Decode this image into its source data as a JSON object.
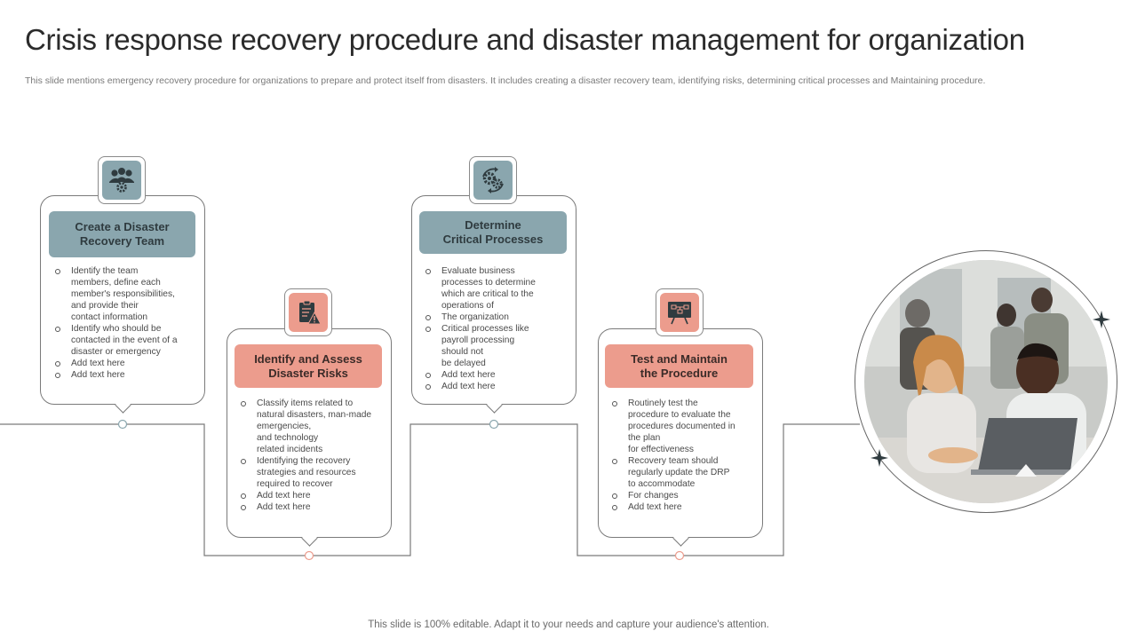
{
  "header": {
    "title": "Crisis response recovery procedure and disaster management for organization",
    "subtitle": "This slide mentions emergency recovery procedure for organizations to prepare and protect itself from disasters. It includes creating a disaster recovery team, identifying risks, determining critical processes and Maintaining procedure."
  },
  "steps": [
    {
      "icon": "team-gear-icon",
      "title_lines": [
        "Create a Disaster",
        "Recovery Team"
      ],
      "items": [
        [
          "Identify the team",
          "members, define each",
          "member's responsibilities,",
          "and provide their",
          "contact information"
        ],
        [
          "Identify who should be",
          "contacted in the event of a",
          "disaster or emergency"
        ],
        [
          "Add text here"
        ],
        [
          "Add text here"
        ]
      ]
    },
    {
      "icon": "risk-clipboard-warning-icon",
      "title_lines": [
        "Identify and Assess",
        "Disaster Risks"
      ],
      "items": [
        [
          "Classify items related to",
          "natural disasters, man-made",
          "emergencies,",
          "and technology",
          "related incidents"
        ],
        [
          "Identifying the recovery",
          "strategies and resources",
          "required to recover"
        ],
        [
          "Add text here"
        ],
        [
          "Add text here"
        ]
      ]
    },
    {
      "icon": "gears-cycle-icon",
      "title_lines": [
        "Determine",
        "Critical Processes"
      ],
      "items": [
        [
          "Evaluate business",
          "processes to determine",
          "which are critical to the",
          "operations of"
        ],
        [
          "The organization"
        ],
        [
          "Critical processes like",
          "payroll processing",
          "should not",
          "be delayed"
        ],
        [
          "Add text here"
        ],
        [
          "Add text here"
        ]
      ]
    },
    {
      "icon": "presentation-board-icon",
      "title_lines": [
        "Test and Maintain",
        "the Procedure"
      ],
      "items": [
        [
          "Routinely test the",
          "procedure to evaluate the",
          "procedures documented in",
          "the plan",
          "for effectiveness"
        ],
        [
          "Recovery team should",
          "regularly update the DRP",
          "to accommodate"
        ],
        [
          "For changes"
        ],
        [
          "Add text here"
        ]
      ]
    }
  ],
  "colors": {
    "blue": "#8aa6ae",
    "salmon": "#ec9c8d",
    "line": "#7a7a7a"
  },
  "photo": {
    "icon": "team-meeting-photo"
  },
  "footer": {
    "text": "This slide is 100% editable. Adapt it to your needs and capture your audience's attention."
  }
}
